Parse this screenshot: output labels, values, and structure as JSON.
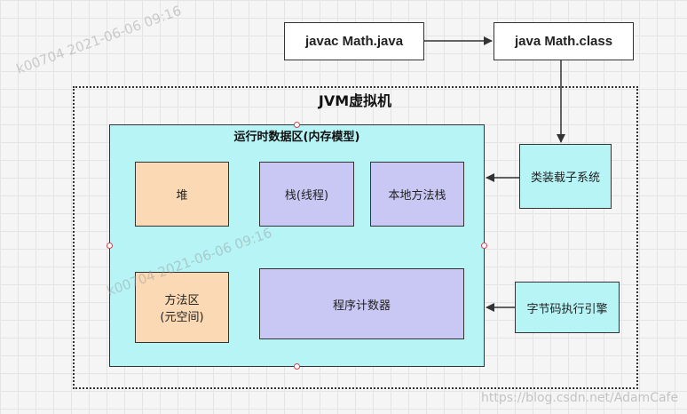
{
  "nodes": {
    "javac": "javac Math.java",
    "java": "java Math.class",
    "jvm_title": "JVM虚拟机",
    "runtime_title": "运行时数据区(内存模型)",
    "heap": "堆",
    "stack": "栈(线程)",
    "native_stack": "本地方法栈",
    "method_area_line1": "方法区",
    "method_area_line2": "(元空间)",
    "pc_register": "程序计数器",
    "class_loader": "类装载子系统",
    "execution_engine": "字节码执行引擎"
  },
  "watermarks": {
    "top": "k00704 2021-06-06 09:16",
    "middle": "k00704 2021-06-06 09:16",
    "credit": "https://blog.csdn.net/AdamCafe"
  },
  "colors": {
    "heap_fill": "#fad9b4",
    "stack_fill": "#c9c8f4",
    "runtime_fill": "#b6f4f6"
  }
}
